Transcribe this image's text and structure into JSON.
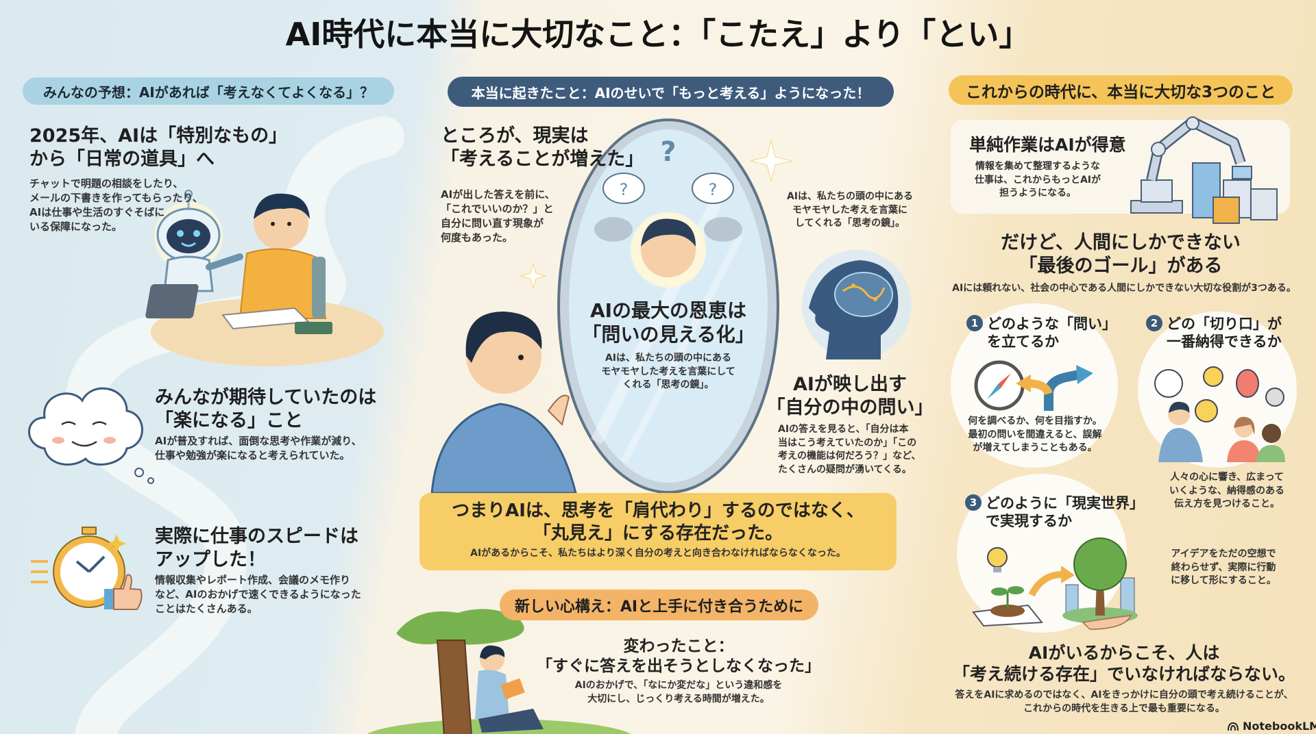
{
  "title": "AI時代に本当に大切なこと：「こたえ」より「とい」",
  "left": {
    "pill": "みんなの予想：AIがあれば「考えなくてよくなる」？",
    "section1": {
      "heading_line1": "2025年、AIは「特別なもの」",
      "heading_line2": "から「日常の道具」へ",
      "body": [
        "チャットで明題の相談をしたり、",
        "メールの下書きを作ってもらったり、",
        "AIは仕事や生活のすぐそばに",
        "いる保障になった。"
      ]
    },
    "section2": {
      "heading_line1": "みんなが期待していたのは",
      "heading_line2": "「楽になる」こと",
      "body": [
        "AIが普及すれば、面倒な思考や作業が減り、",
        "仕事や勉強が楽になると考えられていた。"
      ]
    },
    "section3": {
      "heading_line1": "実際に仕事のスピードは",
      "heading_line2": "アップした！",
      "body": [
        "情報収集やレポート作成、会議のメモ作り",
        "など、AIのおかげで速くできるようになった",
        "ことはたくさんある。"
      ]
    }
  },
  "middle": {
    "pill": "本当に起きたこと：AIのせいで「もっと考える」ようになった！",
    "reality": {
      "heading_line1": "ところが、現実は",
      "heading_line2": "「考えることが増えた」",
      "body": [
        "AIが出した答えを前に、",
        "「これでいいのか？」と",
        "自分に問い直す現象が",
        "何度もあった。"
      ]
    },
    "mirror_side_note": [
      "AIは、私たちの頭の中にある",
      "モヤモヤした考えを言葉に",
      "してくれる「思考の鏡」。"
    ],
    "mirror": {
      "heading_line1": "AIの最大の恩恵は",
      "heading_line2": "「問いの見える化」",
      "body": [
        "AIは、私たちの頭の中にある",
        "モヤモヤした考えを言葉にして",
        "くれる「思考の鏡」。"
      ]
    },
    "reflect": {
      "heading_line1": "AIが映し出す",
      "heading_line2": "「自分の中の問い」",
      "body": [
        "AIの答えを見ると、「自分は本",
        "当はこう考えていたのか」「この",
        "考えの機能は何だろう？」など、",
        "たくさんの疑問が湧いてくる。"
      ]
    },
    "summary": {
      "line1": "つまりAIは、思考を「肩代わり」するのではなく、",
      "line2": "「丸見え」にする存在だった。",
      "sub": "AIがあるからこそ、私たちはより深く自分の考えと向き合わなければならなくなった。"
    },
    "mindset_pill": "新しい心構え：AIと上手に付き合うために",
    "changed": {
      "heading_line1": "変わったこと：",
      "heading_line2": "「すぐに答えを出そうとしなくなった」",
      "body": [
        "AIのおかげで、「なにか変だな」という違和感を",
        "大切にし、じっくり考える時間が増えた。"
      ]
    }
  },
  "right": {
    "pill": "これからの時代に、本当に大切な3つのこと",
    "card": {
      "heading": "単純作業はAIが得意",
      "body": [
        "情報を集めて整理するような",
        "仕事は、これからもっとAIが",
        "担うようになる。"
      ]
    },
    "goal": {
      "heading_line1": "だけど、人間にしかできない",
      "heading_line2": "「最後のゴール」がある",
      "body": "AIには頼れない、社会の中心である人間にしかできない大切な役割が3つある。"
    },
    "items": [
      {
        "number": "1",
        "title_line1": "どのような「問い」",
        "title_line2": "を立てるか",
        "body": [
          "何を調べるか、何を目指すか。",
          "最初の問いを間違えると、誤解",
          "が増えてしまうこともある。"
        ]
      },
      {
        "number": "2",
        "title_line1": "どの「切り口」が",
        "title_line2": "一番納得できるか",
        "body": [
          "人々の心に響き、広まって",
          "いくような、納得感のある",
          "伝え方を見つけること。"
        ]
      },
      {
        "number": "3",
        "title_line1": "どのように「現実世界」",
        "title_line2": "で実現するか",
        "body": [
          "アイデアをただの空想で",
          "終わらせず、実際に行動",
          "に移して形にすること。"
        ]
      }
    ],
    "conclusion": {
      "heading_line1": "AIがいるからこそ、人は",
      "heading_line2": "「考え続ける存在」でいなければならない。",
      "body": [
        "答えをAIに求めるのではなく、AIをきっかけに自分の頭で考え続けることが、",
        "これからの時代を生きる上で最も重要になる。"
      ]
    }
  },
  "brand": "NotebookLM",
  "colors": {
    "left_pill": "#a9d3e3",
    "middle_pill": "#3f5b7c",
    "right_pill": "#f4c458",
    "summary_box": "#f6cd66",
    "mindset_pill": "#f3b468",
    "number_badge": "#3c5a7b"
  }
}
